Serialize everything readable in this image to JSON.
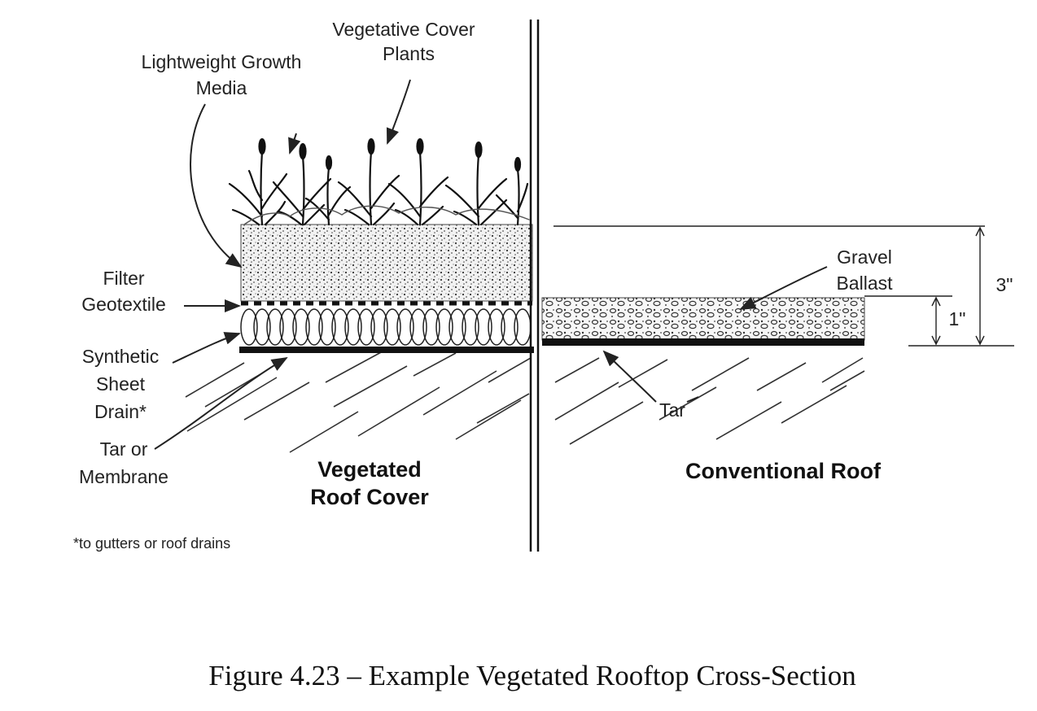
{
  "labels": {
    "vegetative_cover_line1": "Vegetative Cover",
    "vegetative_cover_line2": "Plants",
    "growth_media_line1": "Lightweight Growth",
    "growth_media_line2": "Media",
    "filter_line1": "Filter",
    "filter_line2": "Geotextile",
    "drain_line1": "Synthetic",
    "drain_line2": "Sheet",
    "drain_line3": "Drain*",
    "membrane_line1": "Tar or",
    "membrane_line2": "Membrane",
    "gravel_line1": "Gravel",
    "gravel_line2": "Ballast",
    "tar": "Tar",
    "dim_3in": "3\"",
    "dim_1in": "1\""
  },
  "sections": {
    "vegetated_line1": "Vegetated",
    "vegetated_line2": "Roof Cover",
    "conventional": "Conventional Roof"
  },
  "footnote": "*to gutters or roof drains",
  "caption": "Figure 4.23 – Example Vegetated Rooftop Cross-Section"
}
